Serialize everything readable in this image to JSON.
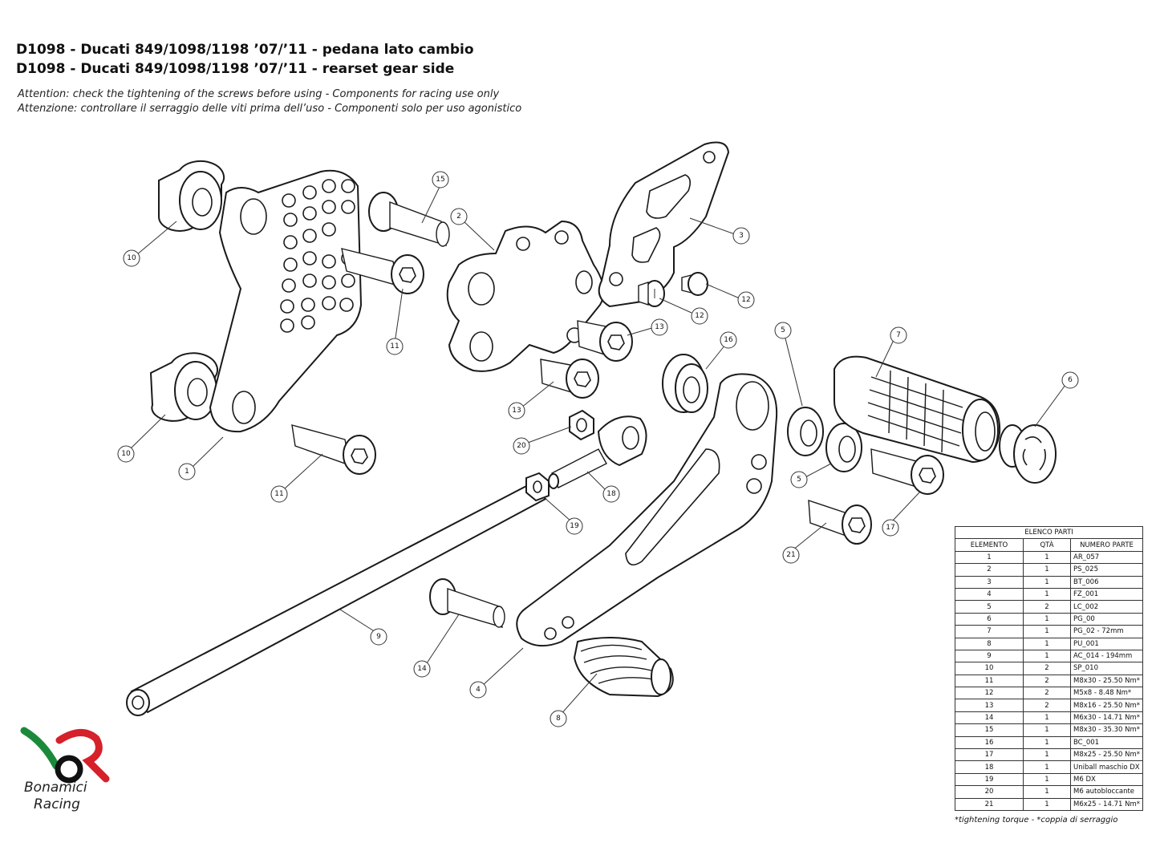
{
  "header": {
    "title_it": "D1098 - Ducati 849/1098/1198 ’07/’11 - pedana lato cambio",
    "title_en": "D1098 - Ducati 849/1098/1198 ’07/’11 - rearset gear side",
    "note_en": "Attention: check the tightening of the screws before using - Components for racing use only",
    "note_it": "Attenzione: controllare il serraggio delle viti prima dell’uso - Componenti solo per uso agonistico"
  },
  "callouts": [
    "1",
    "2",
    "3",
    "4",
    "5",
    "5",
    "6",
    "7",
    "8",
    "9",
    "10",
    "10",
    "11",
    "11",
    "12",
    "12",
    "13",
    "13",
    "14",
    "15",
    "16",
    "17",
    "18",
    "19",
    "20",
    "21"
  ],
  "bom": {
    "title": "ELENCO PARTI",
    "columns": [
      "ELEMENTO",
      "QTÀ",
      "NUMERO PARTE"
    ],
    "rows": [
      [
        "1",
        "1",
        "AR_057"
      ],
      [
        "2",
        "1",
        "PS_025"
      ],
      [
        "3",
        "1",
        "BT_006"
      ],
      [
        "4",
        "1",
        "FZ_001"
      ],
      [
        "5",
        "2",
        "LC_002"
      ],
      [
        "6",
        "1",
        "PG_00"
      ],
      [
        "7",
        "1",
        "PG_02 - 72mm"
      ],
      [
        "8",
        "1",
        "PU_001"
      ],
      [
        "9",
        "1",
        "AC_014 - 194mm"
      ],
      [
        "10",
        "2",
        "SP_010"
      ],
      [
        "11",
        "2",
        "M8x30 - 25.50 Nm*"
      ],
      [
        "12",
        "2",
        "M5x8 - 8.48 Nm*"
      ],
      [
        "13",
        "2",
        "M8x16 - 25.50 Nm*"
      ],
      [
        "14",
        "1",
        "M6x30 - 14.71 Nm*"
      ],
      [
        "15",
        "1",
        "M8x30 - 35.30 Nm*"
      ],
      [
        "16",
        "1",
        "BC_001"
      ],
      [
        "17",
        "1",
        "M8x25 - 25.50 Nm*"
      ],
      [
        "18",
        "1",
        "Uniball maschio DX"
      ],
      [
        "19",
        "1",
        "M6 DX"
      ],
      [
        "20",
        "1",
        "M6 autobloccante"
      ],
      [
        "21",
        "1",
        "M6x25 - 14.71 Nm*"
      ]
    ],
    "footnote": "*tightening torque - *coppia di serraggio"
  },
  "logo": {
    "line1": "Bonamici",
    "line2": "Racing",
    "colors": {
      "green": "#1a8a3a",
      "red": "#d6202a",
      "black": "#111111"
    }
  }
}
